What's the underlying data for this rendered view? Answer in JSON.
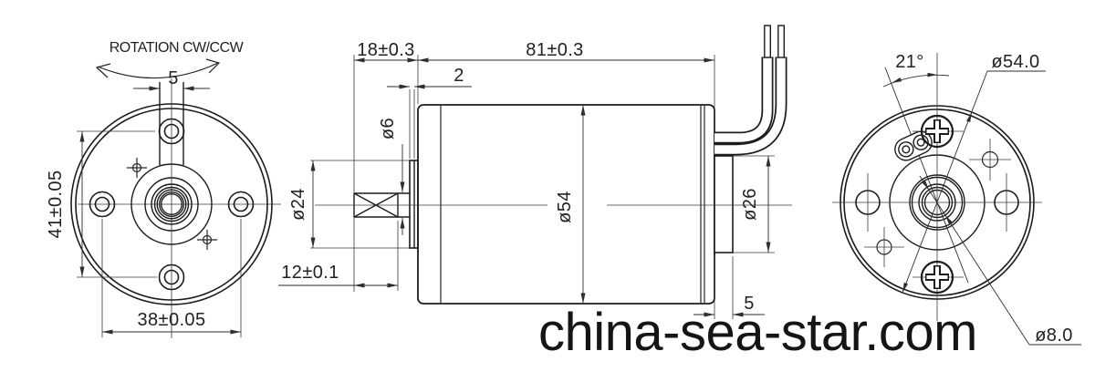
{
  "drawing": {
    "watermark_text": "china-sea-star.com",
    "front_view": {
      "rotation_label": "ROTATION CW/CCW",
      "dim_slot_width": "5",
      "dim_hole_spacing_vertical": "41±0.05",
      "dim_hole_spacing_horizontal": "38±0.05"
    },
    "side_view": {
      "dim_front_length": "18±0.3",
      "dim_body_length": "81±0.3",
      "dim_face_step": "2",
      "dim_shaft_diameter": "ø6",
      "dim_pilot_diameter": "ø24",
      "dim_body_diameter": "ø54",
      "dim_rear_boss_diameter": "ø26",
      "dim_shaft_knurl_length": "12±0.1",
      "dim_rear_boss_depth": "5"
    },
    "rear_view": {
      "dim_lead_angle": "21°",
      "dim_outer_diameter": "ø54.0",
      "dim_shaft_hole_diameter": "ø8.0"
    }
  }
}
